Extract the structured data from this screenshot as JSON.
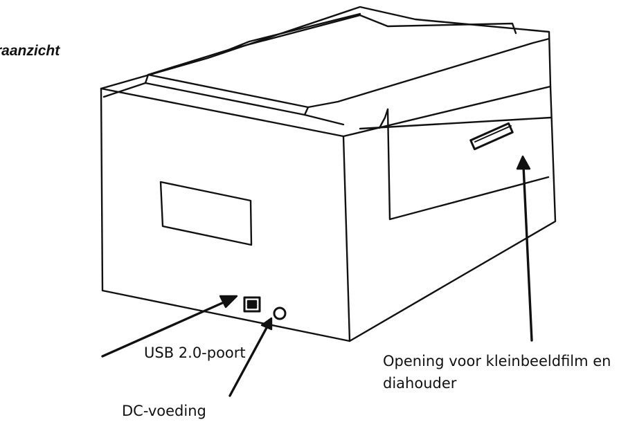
{
  "title": "raanzicht",
  "labels": {
    "usb": "USB 2.0-poort",
    "opening_line1": "Opening voor kleinbeeldfilm en",
    "opening_line2": "diahouder",
    "dc": "DC-voeding"
  },
  "colors": {
    "line": "#111111",
    "background": "#ffffff"
  }
}
